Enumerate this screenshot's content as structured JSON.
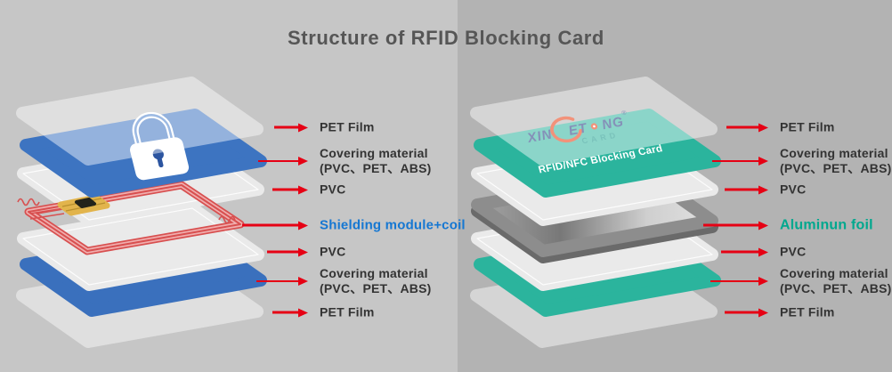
{
  "title": "Structure of RFID Blocking Card",
  "colors": {
    "arrow_red": "#e60014",
    "shielding_label_blue": "#1577d2",
    "aluminum_label_green": "#00a88e",
    "card_blue": "#3d74c1",
    "card_teal": "#2bb49d",
    "coil_red": "#d85050",
    "chip_gold": "#e2b44c",
    "background_left": "#c6c6c6",
    "background_right": "#b3b3b3"
  },
  "left_panel": {
    "labels": [
      {
        "text": "PET Film"
      },
      {
        "text": "Covering material",
        "text2": "(PVC、PET、ABS)"
      },
      {
        "text": "PVC"
      },
      {
        "text": "Shielding module+coil",
        "style": "color:#1577d2;font-size:15px"
      },
      {
        "text": "PVC"
      },
      {
        "text": "Covering material",
        "text2": "(PVC、PET、ABS)"
      },
      {
        "text": "PET Film"
      }
    ]
  },
  "right_panel": {
    "labels": [
      {
        "text": "PET Film"
      },
      {
        "text": "Covering material",
        "text2": "(PVC、PET、ABS)"
      },
      {
        "text": "PVC"
      },
      {
        "text": "Aluminun foil",
        "style": "color:#00a88e;font-size:16px"
      },
      {
        "text": "PVC"
      },
      {
        "text": "Covering material",
        "text2": "(PVC、PET、ABS)"
      },
      {
        "text": "PET Film"
      }
    ],
    "card": {
      "brand_part1": "XIN",
      "brand_part2": "ET",
      "brand_part3": "NG",
      "registered": "®",
      "brand_sub": "CARD",
      "caption": "RFID/NFC Blocking Card"
    }
  }
}
